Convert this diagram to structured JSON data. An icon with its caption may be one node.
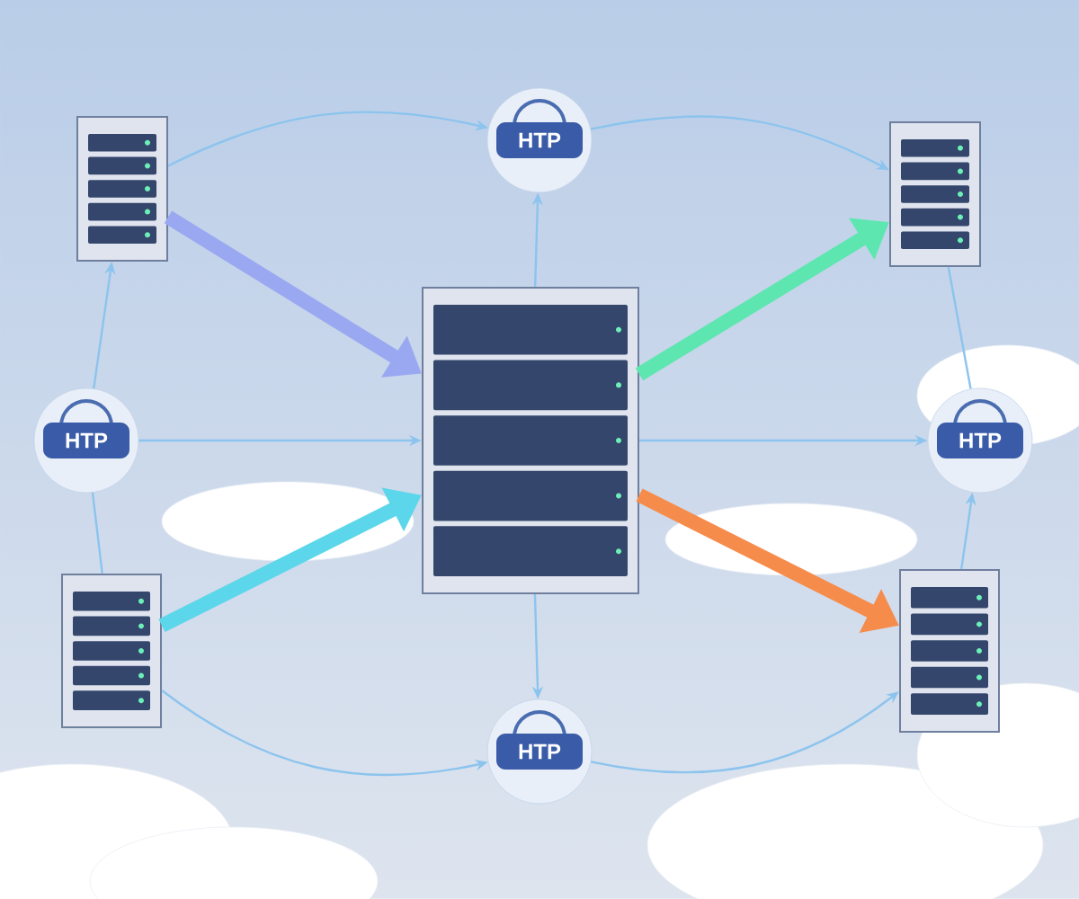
{
  "diagram": {
    "nodes": [
      {
        "text": [],
        "shape": "server"
      },
      {
        "text": [],
        "shape": "server"
      },
      {
        "text": [],
        "shape": "server"
      },
      {
        "text": [],
        "shape": "server"
      },
      {
        "text": [],
        "shape": "server"
      },
      {
        "text": [
          "HTP"
        ]
      },
      {
        "text": [
          "HTP"
        ]
      },
      {
        "text": [
          "HTP"
        ]
      },
      {
        "text": [
          "HTP"
        ]
      }
    ],
    "edges": [
      {
        "from": 1,
        "to": 0,
        "arrow": "to",
        "style": "thick",
        "color": "#9aa8f2"
      },
      {
        "from": 0,
        "to": 2,
        "arrow": "to",
        "style": "thick",
        "color": "#5ee6b0"
      },
      {
        "from": 3,
        "to": 0,
        "arrow": "to",
        "style": "thick",
        "color": "#5cd6ea"
      },
      {
        "from": 0,
        "to": 4,
        "arrow": "to",
        "style": "thick",
        "color": "#f68c4c"
      },
      {
        "from": 0,
        "to": 5,
        "arrow": "to"
      },
      {
        "from": 0,
        "to": 7,
        "arrow": "to"
      },
      {
        "from": 0,
        "to": 8,
        "arrow": "to"
      },
      {
        "from": 6,
        "to": 0,
        "arrow": "to"
      },
      {
        "from": 6,
        "to": 1,
        "arrow": "to"
      },
      {
        "from": 6,
        "to": 3,
        "arrow": "none"
      },
      {
        "from": 1,
        "to": 5,
        "arrow": "to"
      },
      {
        "from": 5,
        "to": 2,
        "arrow": "to"
      },
      {
        "from": 4,
        "to": 7,
        "arrow": "to"
      },
      {
        "from": 2,
        "to": 7,
        "arrow": "none"
      },
      {
        "from": 3,
        "to": 8,
        "arrow": "to"
      },
      {
        "from": 8,
        "to": 4,
        "arrow": "to"
      }
    ]
  }
}
